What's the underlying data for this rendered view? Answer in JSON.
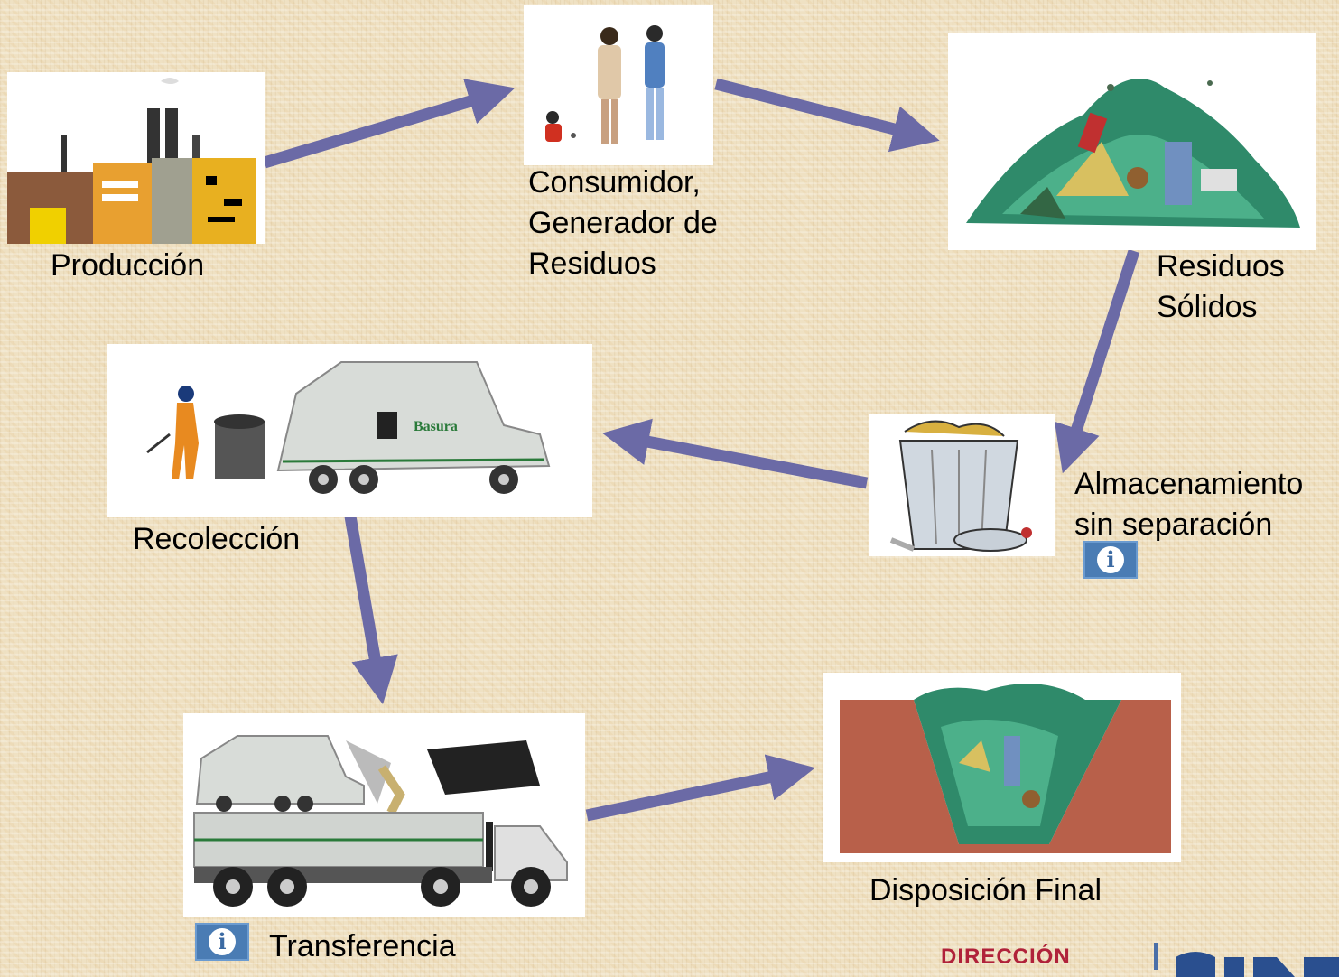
{
  "diagram": {
    "nodes": {
      "produccion": "Producción",
      "consumidor": "Consumidor,\nGenerador de\nResiduos",
      "residuos": "Residuos\nSólidos",
      "almacenamiento": "Almacenamiento\nsin separación",
      "recoleccion": "Recolección",
      "transferencia": "Transferencia",
      "disposicion": "Disposición Final"
    },
    "truck_text": "Basura",
    "info_glyph": "i"
  },
  "footer": {
    "logo_text": "DIRECCIÓN"
  },
  "colors": {
    "arrow": "#6b6aa6",
    "background": "#efe1c3",
    "info_button": "#4a7cb4",
    "logo_red": "#b0223a"
  }
}
